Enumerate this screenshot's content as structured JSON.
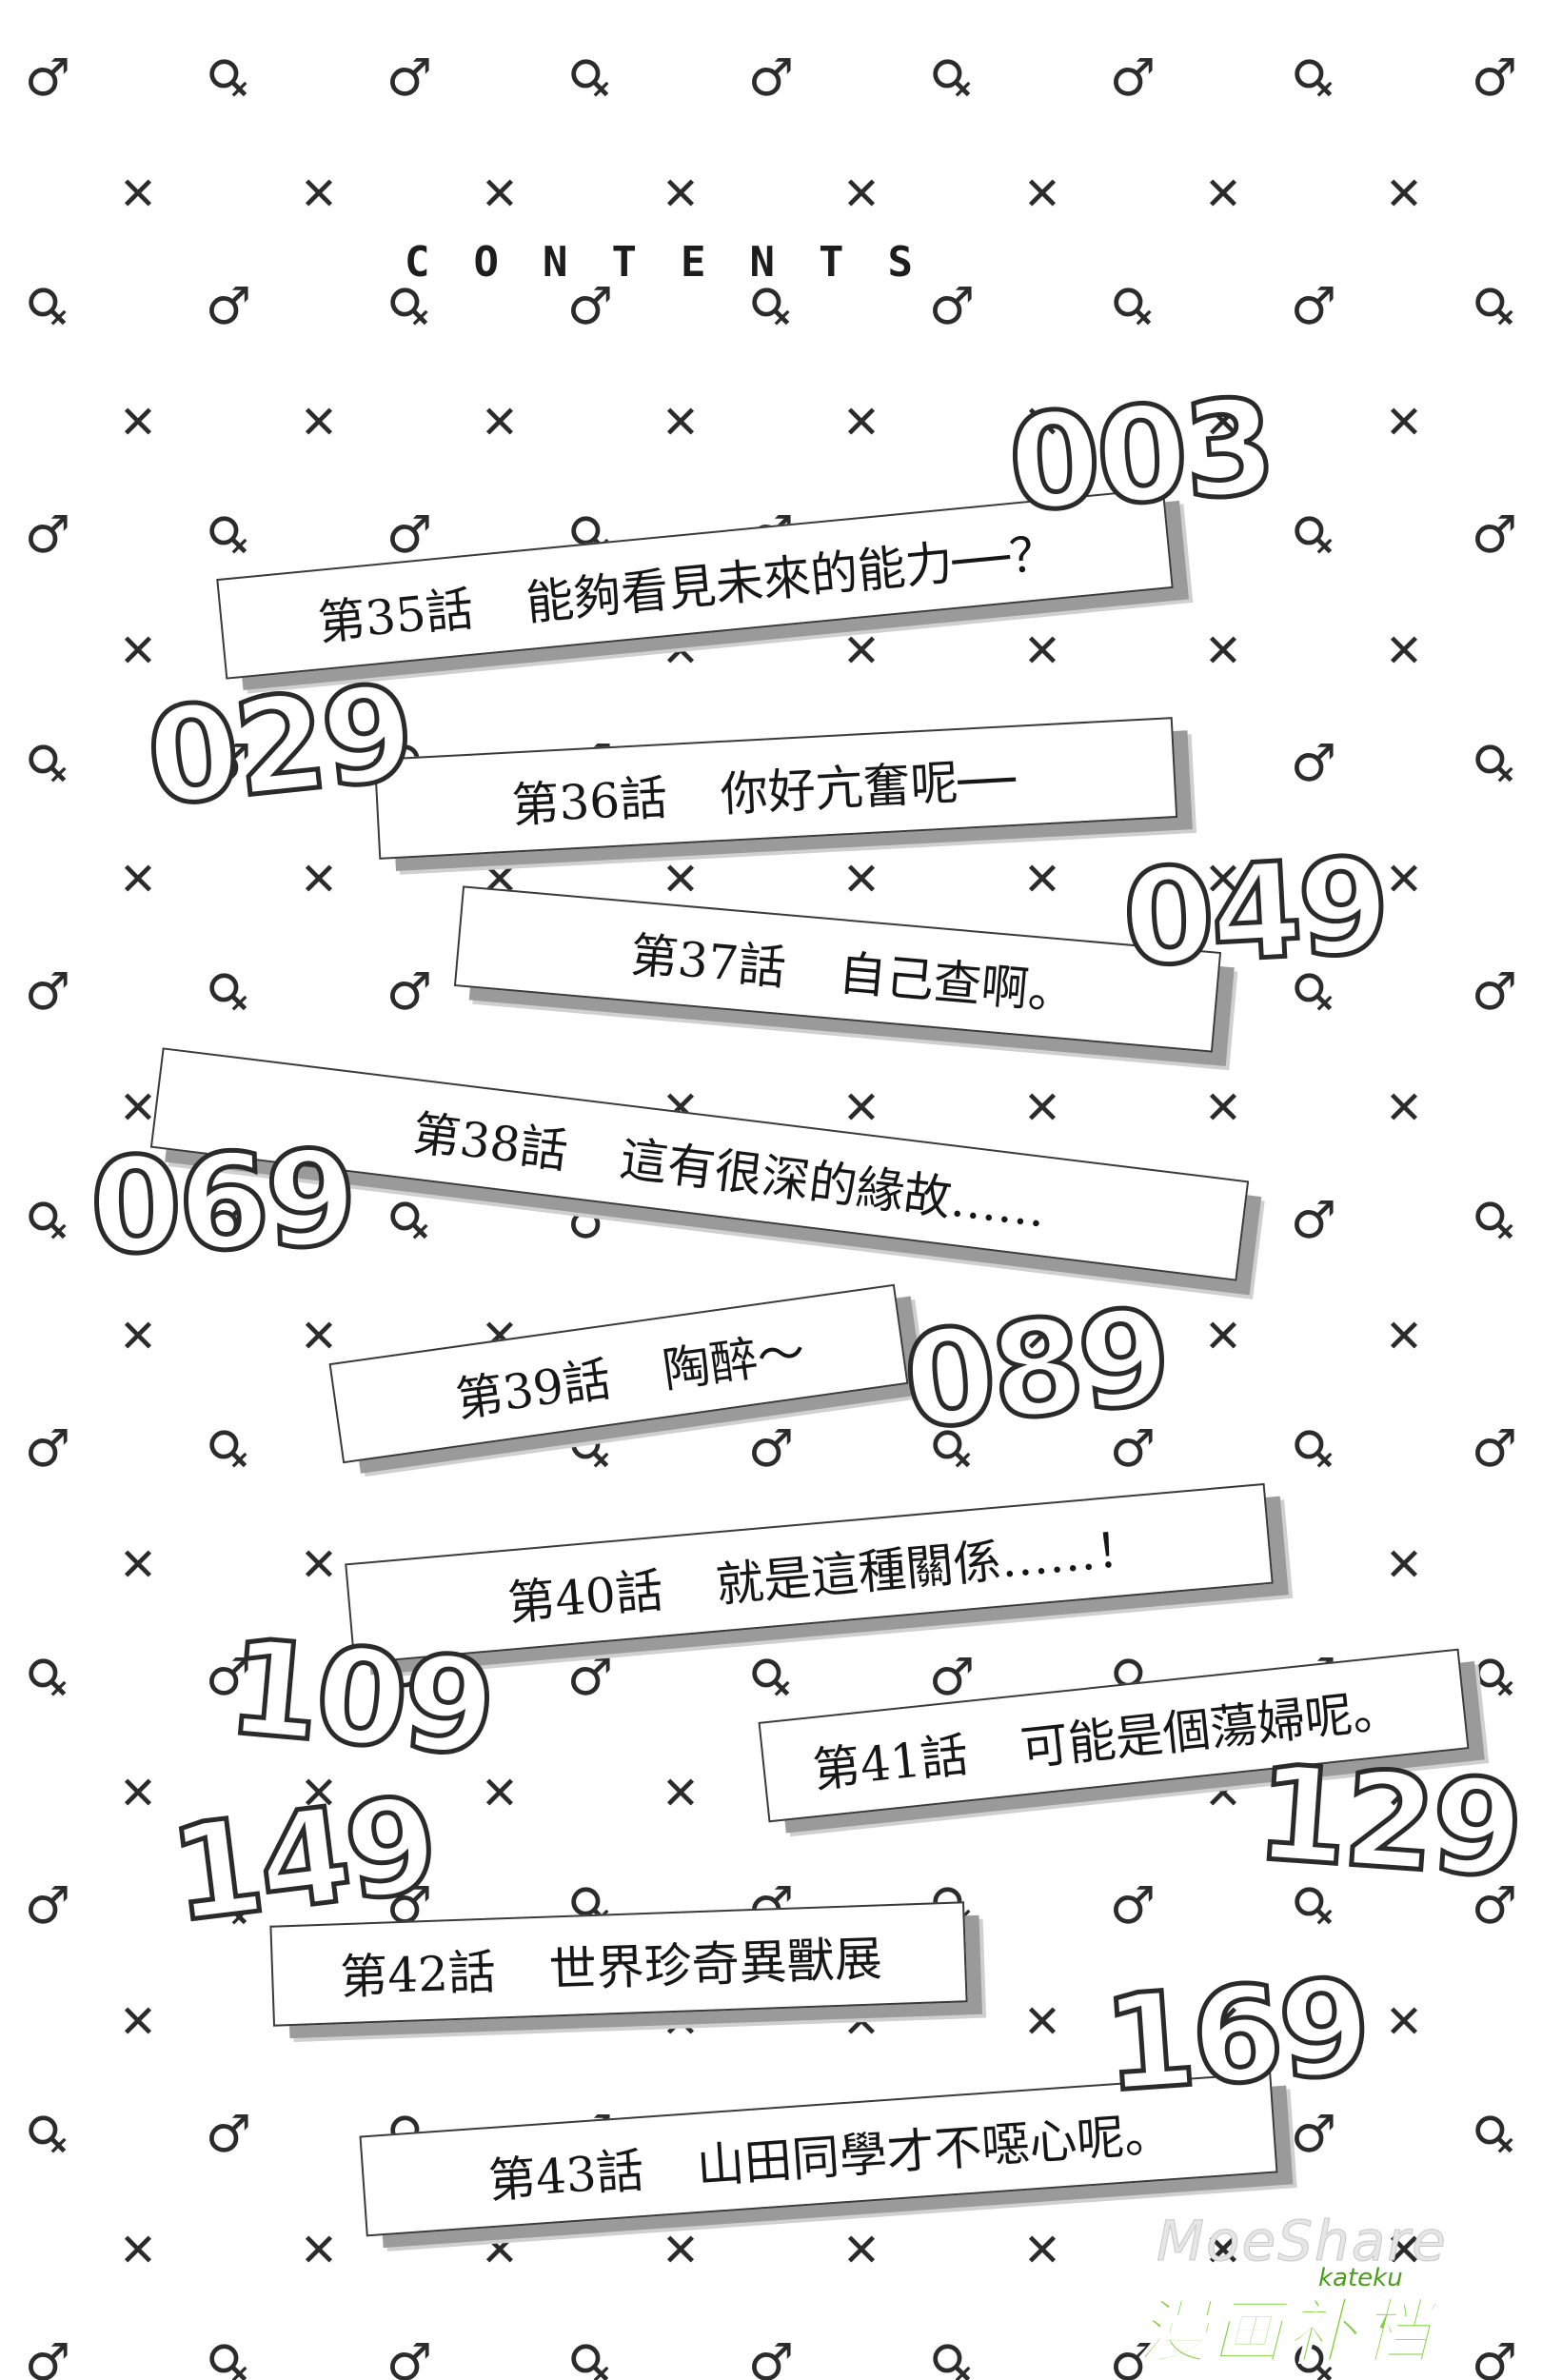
{
  "title": "CONTENTS",
  "background_symbols": {
    "male": "♂",
    "cross": "✕",
    "female_tilted": "♀"
  },
  "entries": [
    {
      "episode": "第35話",
      "title": "能夠看見未來的能力──？",
      "page": "003"
    },
    {
      "episode": "第36話",
      "title": "你好亢奮呢──",
      "page": "029"
    },
    {
      "episode": "第37話",
      "title": "自己查啊。",
      "page": "049"
    },
    {
      "episode": "第38話",
      "title": "這有很深的緣故……",
      "page": "069"
    },
    {
      "episode": "第39話",
      "title": "陶醉～",
      "page": "089"
    },
    {
      "episode": "第40話",
      "title": "就是這種關係……！",
      "page": "109"
    },
    {
      "episode": "第41話",
      "title": "可能是個蕩婦呢。",
      "page": "129"
    },
    {
      "episode": "第42話",
      "title": "世界珍奇異獸展",
      "page": "149"
    },
    {
      "episode": "第43話",
      "title": "山田同學才不噁心呢。",
      "page": "169"
    }
  ],
  "watermark": {
    "line1": "MoeShare",
    "line2": "漫画补档",
    "line3": "kateku",
    "color": "#7fcf3a"
  }
}
